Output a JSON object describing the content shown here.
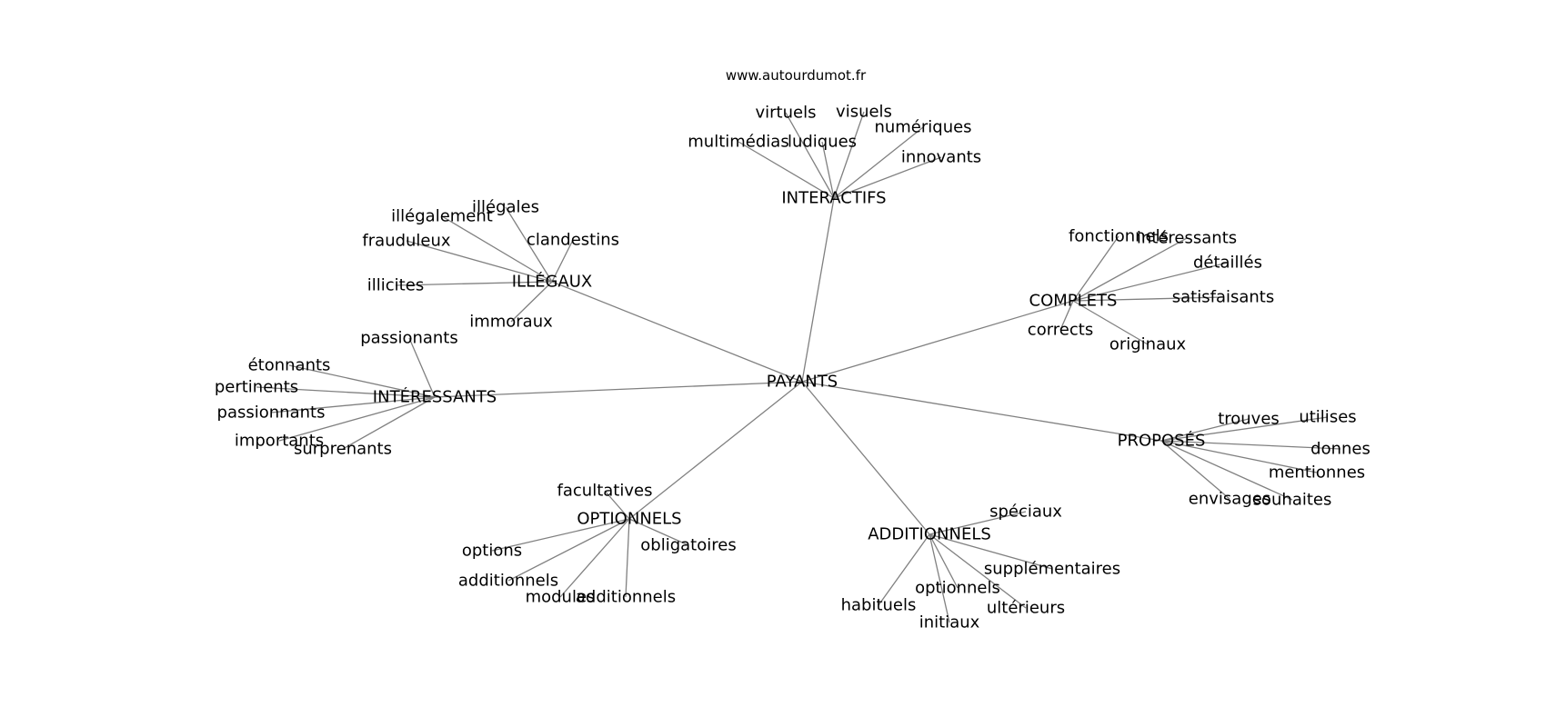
{
  "site": "www.autourdumot.fr",
  "graph": {
    "center": "PAYANTS",
    "groups": [
      {
        "id": "interactifs",
        "label": "INTERACTIFS",
        "words": [
          "virtuels",
          "visuels",
          "numériques",
          "multimédias",
          "ludiques",
          "innovants"
        ]
      },
      {
        "id": "illegaux",
        "label": "ILLÉGAUX",
        "words": [
          "illégales",
          "illégalement",
          "clandestins",
          "frauduleux",
          "illicites",
          "immoraux"
        ]
      },
      {
        "id": "complets",
        "label": "COMPLETS",
        "words": [
          "fonctionnels",
          "intéressants",
          "détaillés",
          "satisfaisants",
          "corrects",
          "originaux"
        ]
      },
      {
        "id": "interessants",
        "label": "INTÉRESSANTS",
        "words": [
          "passionants",
          "étonnants",
          "pertinents",
          "passionnants",
          "importants",
          "surprenants"
        ]
      },
      {
        "id": "proposes",
        "label": "PROPOSÉS",
        "words": [
          "trouves",
          "utilises",
          "donnes",
          "mentionnes",
          "envisages",
          "souhaites"
        ]
      },
      {
        "id": "optionnels",
        "label": "OPTIONNELS",
        "words": [
          "facultatives",
          "options",
          "obligatoires",
          "additionnels",
          "modules",
          "additionnels"
        ]
      },
      {
        "id": "additionnels",
        "label": "ADDITIONNELS",
        "words": [
          "spéciaux",
          "supplémentaires",
          "optionnels",
          "habituels",
          "ultérieurs",
          "initiaux"
        ]
      }
    ]
  }
}
